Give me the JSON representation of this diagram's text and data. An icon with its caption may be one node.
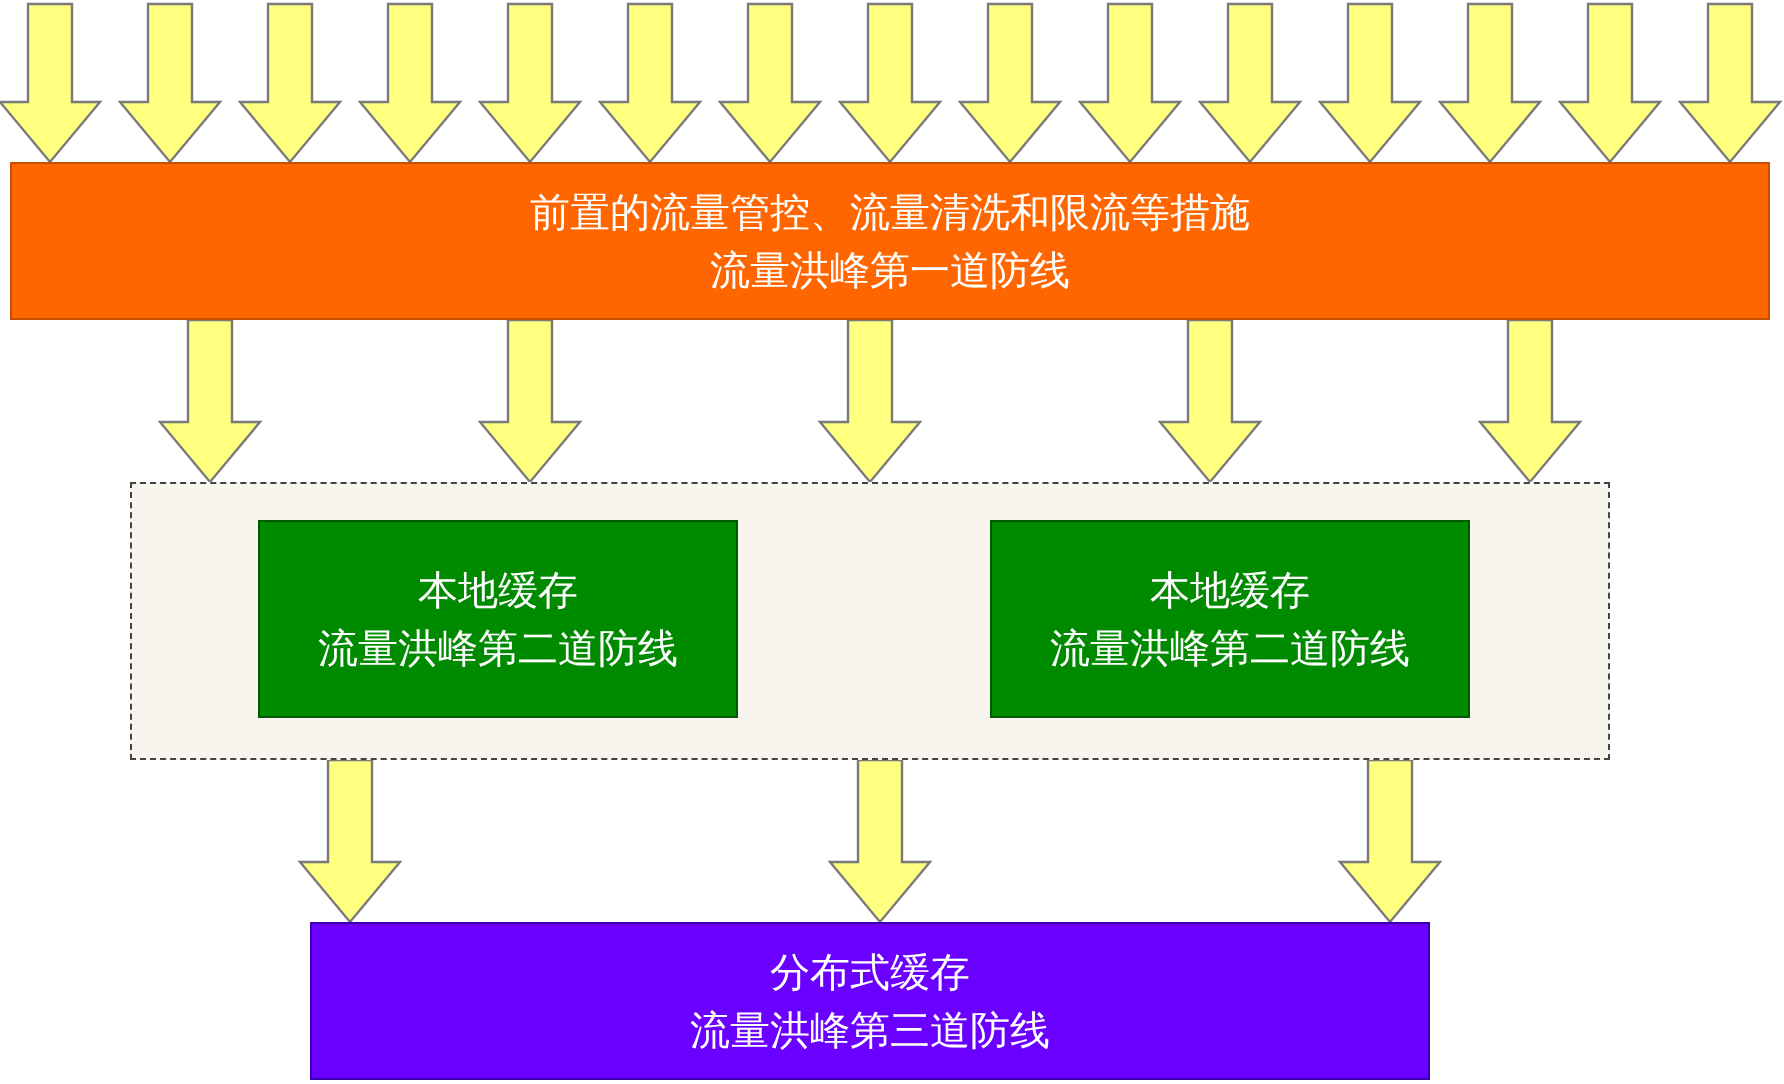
{
  "diagram": {
    "nodes": [
      {
        "text": [
          "前置的流量管控、流量清洗和限流等措施",
          "流量洪峰第一道防线"
        ]
      },
      {
        "text": [],
        "shape": "box"
      },
      {
        "text": [
          "本地缓存",
          "流量洪峰第二道防线"
        ],
        "in": 1
      },
      {
        "text": [
          "本地缓存",
          "流量洪峰第二道防线"
        ],
        "in": 1
      },
      {
        "text": [
          "分布式缓存",
          "流量洪峰第三道防线"
        ]
      }
    ],
    "edges": [
      {
        "from": null,
        "to": 0,
        "arrow": "to"
      },
      {
        "from": null,
        "to": 0,
        "arrow": "to"
      },
      {
        "from": null,
        "to": 0,
        "arrow": "to"
      },
      {
        "from": null,
        "to": 0,
        "arrow": "to"
      },
      {
        "from": null,
        "to": 0,
        "arrow": "to"
      },
      {
        "from": null,
        "to": 0,
        "arrow": "to"
      },
      {
        "from": null,
        "to": 0,
        "arrow": "to"
      },
      {
        "from": null,
        "to": 0,
        "arrow": "to"
      },
      {
        "from": null,
        "to": 0,
        "arrow": "to"
      },
      {
        "from": null,
        "to": 0,
        "arrow": "to"
      },
      {
        "from": null,
        "to": 0,
        "arrow": "to"
      },
      {
        "from": null,
        "to": 0,
        "arrow": "to"
      },
      {
        "from": null,
        "to": 0,
        "arrow": "to"
      },
      {
        "from": null,
        "to": 0,
        "arrow": "to"
      },
      {
        "from": null,
        "to": 0,
        "arrow": "to"
      },
      {
        "from": 0,
        "to": 1,
        "arrow": "to"
      },
      {
        "from": 0,
        "to": 1,
        "arrow": "to"
      },
      {
        "from": 0,
        "to": 1,
        "arrow": "to"
      },
      {
        "from": 0,
        "to": 1,
        "arrow": "to"
      },
      {
        "from": 0,
        "to": 1,
        "arrow": "to"
      },
      {
        "from": 1,
        "to": 4,
        "arrow": "to"
      },
      {
        "from": 1,
        "to": 4,
        "arrow": "to"
      },
      {
        "from": 1,
        "to": 4,
        "arrow": "to"
      }
    ]
  }
}
